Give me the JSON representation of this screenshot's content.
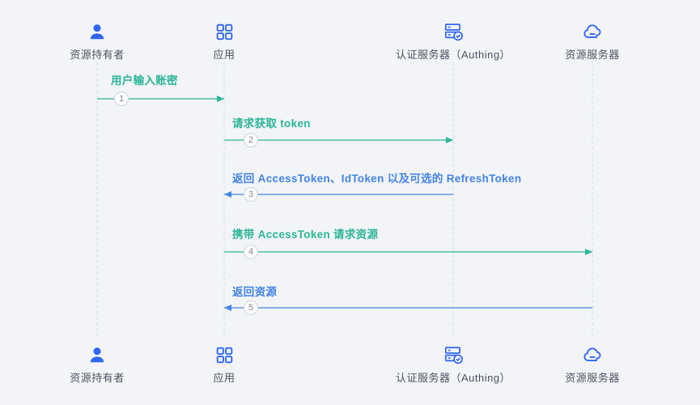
{
  "actors": [
    {
      "label": "资源持有者",
      "icon": "user-icon"
    },
    {
      "label": "应用",
      "icon": "apps-icon"
    },
    {
      "label": "认证服务器（Authing）",
      "icon": "auth-server-icon"
    },
    {
      "label": "资源服务器",
      "icon": "resource-server-icon"
    }
  ],
  "messages": [
    {
      "num": "1",
      "label": "用户输入账密",
      "color": "#2bb596",
      "direction": "right",
      "from": "资源持有者",
      "to": "应用"
    },
    {
      "num": "2",
      "label": "请求获取 token",
      "color": "#2bb596",
      "direction": "right",
      "from": "应用",
      "to": "认证服务器（Authing）"
    },
    {
      "num": "3",
      "label": "返回 AccessToken、IdToken 以及可选的 RefreshToken",
      "color": "#4484e6",
      "direction": "left",
      "from": "认证服务器（Authing）",
      "to": "应用"
    },
    {
      "num": "4",
      "label": "携带 AccessToken 请求资源",
      "color": "#2bb596",
      "direction": "right",
      "from": "应用",
      "to": "资源服务器"
    },
    {
      "num": "5",
      "label": "返回资源",
      "color": "#4484e6",
      "direction": "left",
      "from": "资源服务器",
      "to": "应用"
    }
  ],
  "colors": {
    "teal_arrow": "#2bb596",
    "blue_arrow": "#4484e6",
    "icon_blue": "#2f66f5",
    "background": "#f2f4f7"
  }
}
